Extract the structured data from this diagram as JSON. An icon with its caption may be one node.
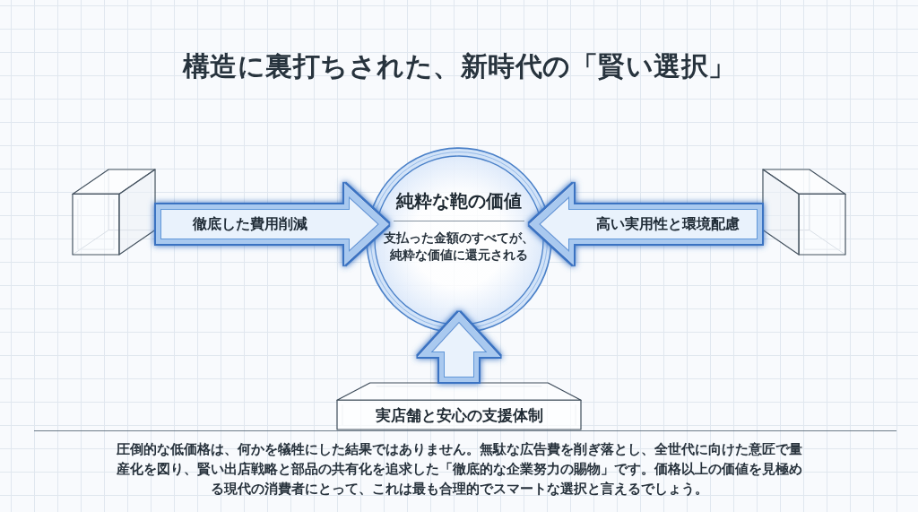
{
  "diagram": {
    "title": "構造に裏打ちされた、新時代の「賢い選択」",
    "nodes": [
      {
        "text": [],
        "shape": "cube"
      },
      {
        "text": [
          "純粋な鞄の価値",
          "支払った金額のすべてが、純粋な価値に還元される"
        ]
      },
      {
        "text": [],
        "shape": "cube"
      },
      {
        "text": [
          "実店舗と安心の支援体制"
        ]
      }
    ],
    "edges": [
      {
        "from": 0,
        "to": 1,
        "arrow": "to",
        "label": "徹底した費用削減"
      },
      {
        "from": 2,
        "to": 1,
        "arrow": "to",
        "label": "高い実用性と環境配慮"
      },
      {
        "from": 3,
        "to": 1,
        "arrow": "to"
      }
    ],
    "caption": "圧倒的な低価格は、何かを犠牲にした結果ではありません。無駄な広告費を削ぎ落とし、全世代に向けた意匠で量産化を図り、賢い出店戦略と部品の共有化を追求した「徹底的な企業努力の賜物」です。価格以上の価値を見極める現代の消費者にとって、これは最も合理的でスマートな選択と言えるでしょう。"
  }
}
